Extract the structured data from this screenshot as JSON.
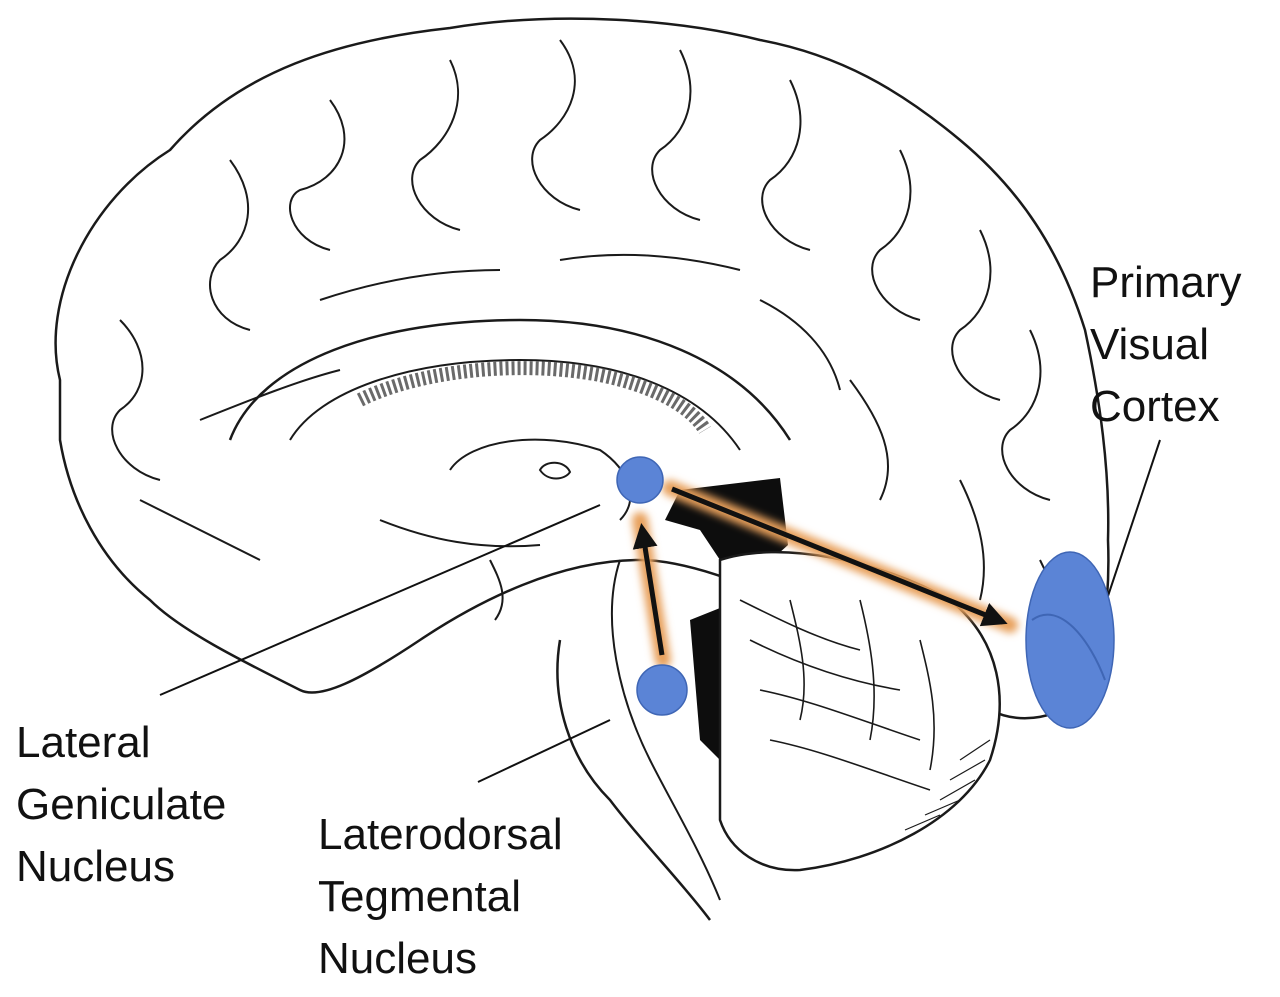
{
  "labels": {
    "primary_visual_cortex": [
      "Primary",
      "Visual",
      "Cortex"
    ],
    "lateral_geniculate_nucleus": [
      "Lateral",
      "Geniculate",
      "Nucleus"
    ],
    "laterodorsal_tegmental_nucleus": [
      "Laterodorsal",
      "Tegmental",
      "Nucleus"
    ]
  },
  "colors": {
    "nucleus_fill": "#5b84d6",
    "cortex_fill": "#5b84d6",
    "arrow": "#111111",
    "arrow_glow": "#e8a05c",
    "outline": "#1a1a1a",
    "ventricle": "#0d0d0d"
  }
}
